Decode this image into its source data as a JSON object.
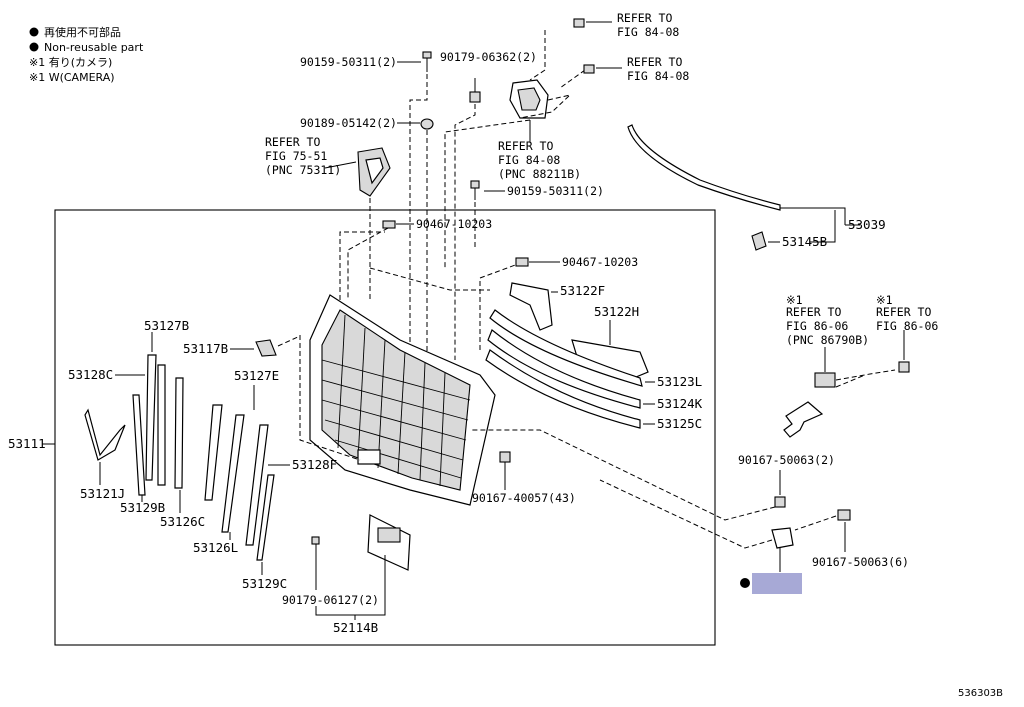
{
  "legend": {
    "line1": "再使用不可部品",
    "line2": "Non-reusable part",
    "line3": "※1 有り(カメラ)",
    "line4": "※1 W(CAMERA)"
  },
  "labels": {
    "p53111": "53111",
    "p53127B": "53127B",
    "p53128C": "53128C",
    "p53117B": "53117B",
    "p53127E": "53127E",
    "p53128F": "53128F",
    "p53121J": "53121J",
    "p53129B": "53129B",
    "p53126C": "53126C",
    "p53126L": "53126L",
    "p53129C": "53129C",
    "p90179_06127": "90179-06127(2)",
    "p52114B": "52114B",
    "p90159_50311a": "90159-50311(2)",
    "p90189_05142": "90189-05142(2)",
    "p90179_06362": "90179-06362(2)",
    "p90159_50311b": "90159-50311(2)",
    "p90467_10203a": "90467-10203",
    "p90467_10203b": "90467-10203",
    "p53122F": "53122F",
    "p53122H": "53122H",
    "p53123L": "53123L",
    "p53124K": "53124K",
    "p53125C": "53125C",
    "p90167_40057": "90167-40057(43)",
    "p53039": "53039",
    "p53145B": "53145B",
    "p90167_50063a": "90167-50063(2)",
    "p90167_50063b": "90167-50063(6)"
  },
  "refs": {
    "r1": {
      "l1": "REFER TO",
      "l2": "FIG 84-08"
    },
    "r2": {
      "l1": "REFER TO",
      "l2": "FIG 84-08"
    },
    "r3": {
      "l1": "REFER TO",
      "l2": "FIG 84-08",
      "l3": "(PNC 88211B)"
    },
    "r4": {
      "l1": "REFER TO",
      "l2": "FIG 75-51",
      "l3": "(PNC 75311)"
    },
    "r5": {
      "l0": "※1",
      "l1": "REFER TO",
      "l2": "FIG 86-06",
      "l3": "(PNC 86790B)"
    },
    "r6": {
      "l0": "※1",
      "l1": "REFER TO",
      "l2": "FIG 86-06"
    }
  },
  "figure_id": "536303B",
  "colors": {
    "highlight": "#a7a9d6",
    "line": "#000000"
  }
}
